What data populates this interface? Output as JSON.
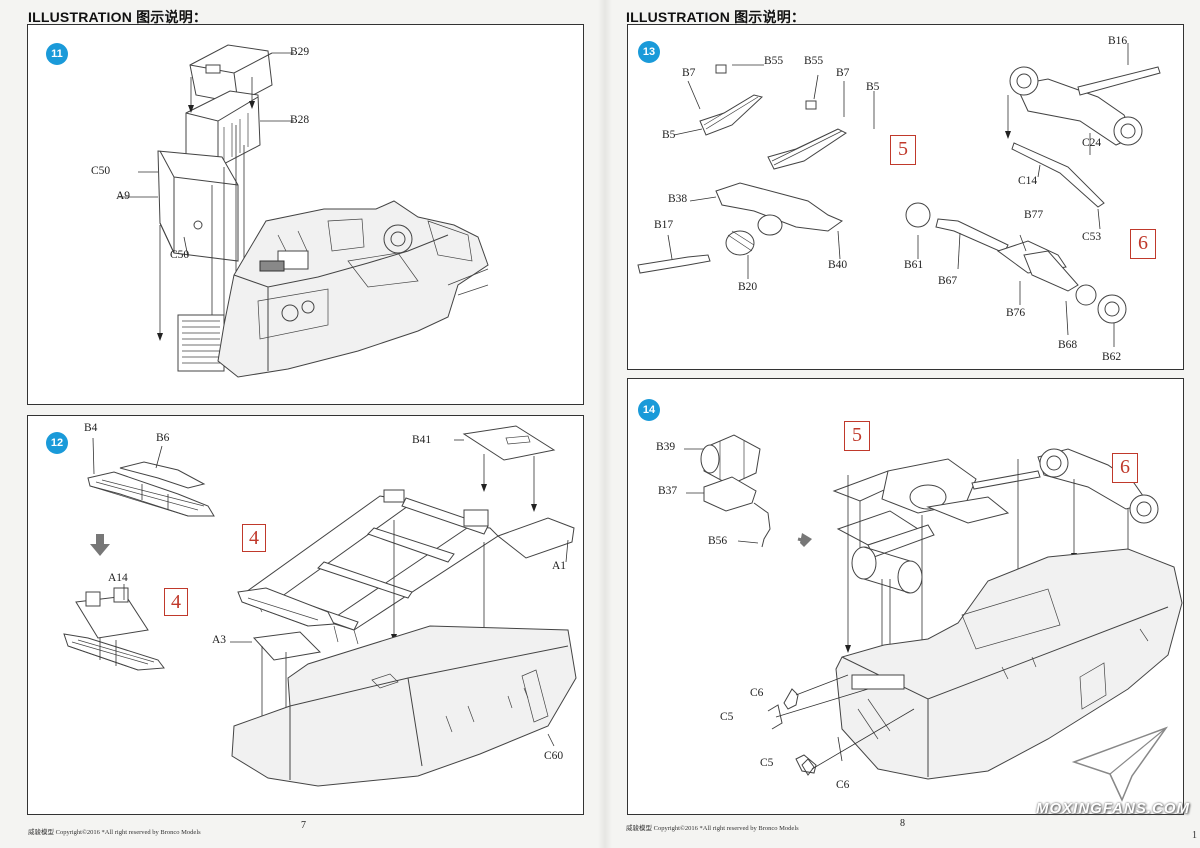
{
  "header": {
    "left": "ILLUSTRATION 图示说明：",
    "right": "ILLUSTRATION 图示说明："
  },
  "steps": {
    "s11": {
      "badge": "11",
      "labels": {
        "b29": "B29",
        "b28": "B28",
        "c50a": "C50",
        "a9": "A9",
        "c50b": "C50"
      }
    },
    "s12": {
      "badge": "12",
      "labels": {
        "b4": "B4",
        "b6": "B6",
        "b41": "B41",
        "a14": "A14",
        "a1": "A1",
        "a3": "A3",
        "c60": "C60"
      },
      "refs": {
        "r1": "4",
        "r2": "4"
      }
    },
    "s13": {
      "badge": "13",
      "labels": {
        "b7a": "B7",
        "b55a": "B55",
        "b55b": "B55",
        "b7b": "B7",
        "b5a": "B5",
        "b5b": "B5",
        "b16": "B16",
        "c24": "C24",
        "c14": "C14",
        "b38": "B38",
        "b17": "B17",
        "b20": "B20",
        "b40": "B40",
        "b77": "B77",
        "c53": "C53",
        "b61": "B61",
        "b67": "B67",
        "b76": "B76",
        "b68": "B68",
        "b62": "B62"
      },
      "refs": {
        "r5": "5",
        "r6": "6"
      }
    },
    "s14": {
      "badge": "14",
      "labels": {
        "b39": "B39",
        "b37": "B37",
        "b56": "B56",
        "c6a": "C6",
        "c5a": "C5",
        "c5b": "C5",
        "c6b": "C6"
      },
      "refs": {
        "r5": "5",
        "r6": "6"
      }
    }
  },
  "footer": {
    "left_copyright": "威骏模型   Copyright©2016   *All right reserved by Bronco Models",
    "left_page": "7",
    "right_copyright": "威骏模型   Copyright©2016   *All right reserved by Bronco Models",
    "right_page": "8"
  },
  "watermark": "MOXINGFANS.COM",
  "edge_mark": "1",
  "colors": {
    "badge": "#1a9ad9",
    "reference": "#c0392b",
    "frame": "#333333"
  }
}
